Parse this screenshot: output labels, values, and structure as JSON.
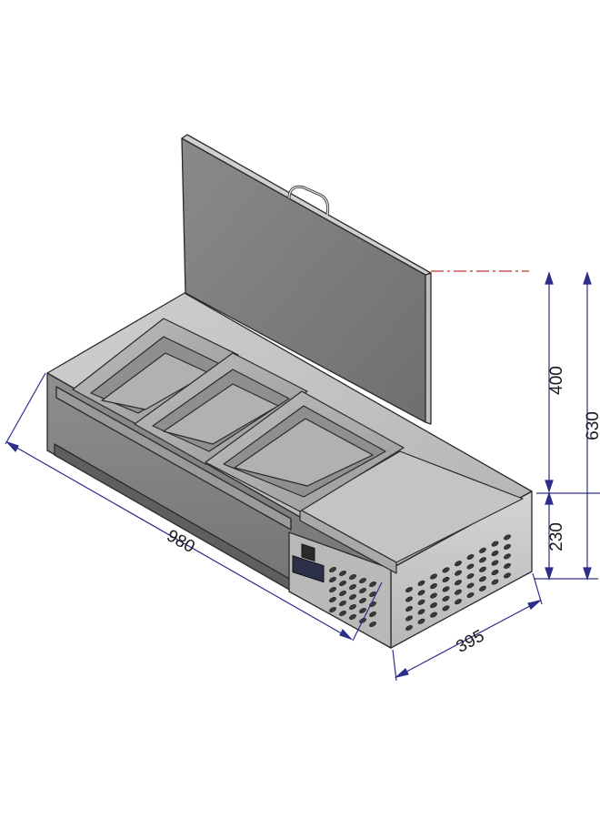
{
  "dimensions": {
    "length": "980",
    "depth": "395",
    "lid_height": "400",
    "base_height": "230",
    "total_height": "630"
  },
  "colors": {
    "dimension_line": "#2d2d8c",
    "centerline": "#c0392b",
    "steel_light": "#c9c9c9",
    "steel_mid": "#a6a6a6",
    "steel_dark": "#7d7d7d",
    "outline": "#2a2a2a"
  }
}
